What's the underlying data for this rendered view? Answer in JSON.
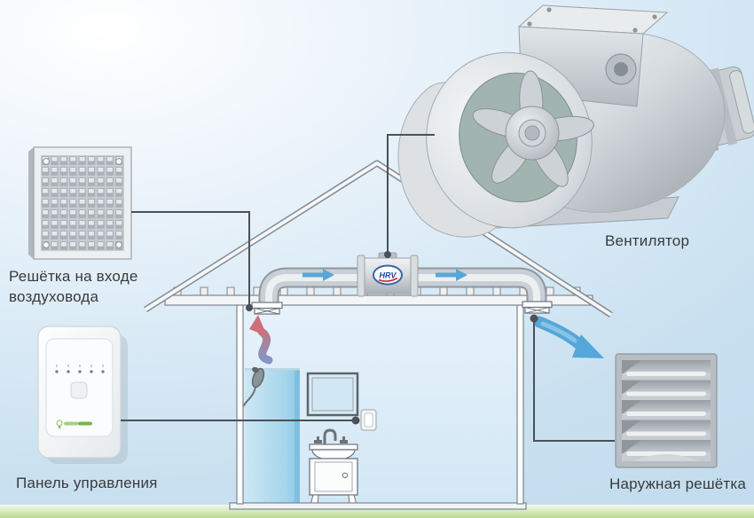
{
  "labels": {
    "inlet_grille": {
      "line1": "Решётка на входе",
      "line2": "воздуховода"
    },
    "control_panel": "Панель управления",
    "fan": "Вентилятор",
    "outdoor_grille": "Наружная решётка"
  },
  "duct_unit": {
    "logo": "HRV"
  },
  "colors": {
    "sky_main": "#d9eaf6",
    "ground_green": "#b9da8e",
    "duct_metal": "#c9cfd4",
    "airflow_arrow_blue": "#58a7d8",
    "steam_arrow_red": "#cf6f7a",
    "steam_arrow_blue": "#8595c5",
    "connector_line": "#4b5157",
    "label_text": "#3a3a3a",
    "logo_blue": "#16459c",
    "logo_red": "#cc2229",
    "panel_brand_green": "#7cb24f"
  },
  "components": [
    {
      "id": "inlet-grille",
      "label": "Решётка на входе воздуховода"
    },
    {
      "id": "control-panel",
      "label": "Панель управления"
    },
    {
      "id": "inline-duct-fan",
      "label": "Вентилятор"
    },
    {
      "id": "outdoor-grille",
      "label": "Наружная решётка"
    }
  ]
}
